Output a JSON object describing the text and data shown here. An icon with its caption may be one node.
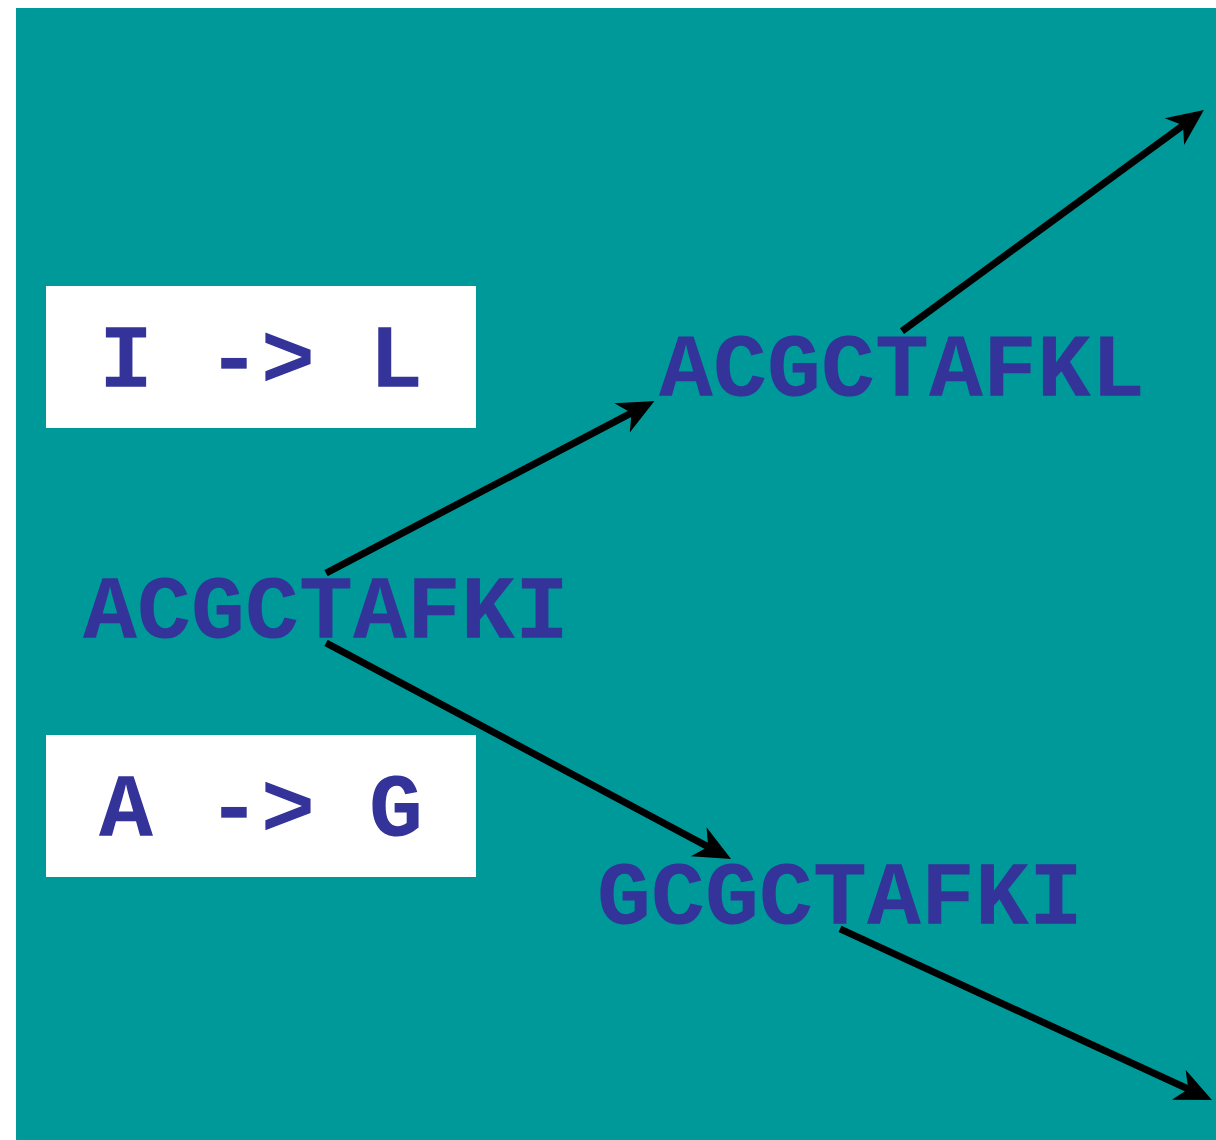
{
  "diagram": {
    "nodes": [
      {
        "text": [
          "I -> L"
        ]
      },
      {
        "text": [
          "ACGCTAFKL"
        ]
      },
      {
        "text": [
          "ACGCTAFKI"
        ]
      },
      {
        "text": [
          "A -> G"
        ]
      },
      {
        "text": [
          "GCGCTAFKI"
        ]
      }
    ],
    "edges": [
      {
        "from": 2,
        "to": 1,
        "arrow": "to"
      },
      {
        "from": 2,
        "to": 4,
        "arrow": "to"
      },
      {
        "from": 1,
        "to": null,
        "arrow": "to"
      },
      {
        "from": 4,
        "to": null,
        "arrow": "to"
      }
    ]
  }
}
